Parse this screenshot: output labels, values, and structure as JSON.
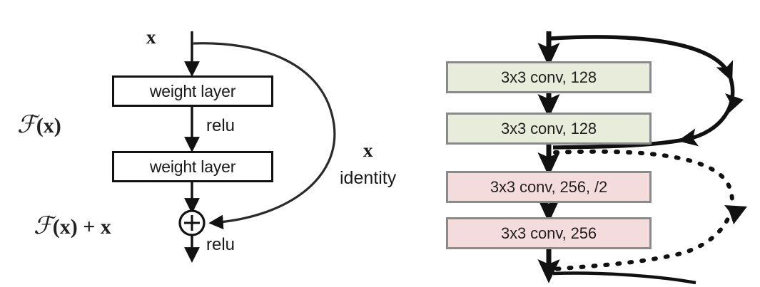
{
  "figure": {
    "title": "residual-learning-diagram",
    "background": "#ffffff"
  },
  "left_panel": {
    "name": "generic-residual-block",
    "input_label": "x",
    "function_label": "F(x)",
    "output_label": "F(x) + x",
    "shortcut_var_label": "x",
    "shortcut_name_label": "identity",
    "blocks": [
      {
        "label": "weight layer"
      },
      {
        "label": "weight layer"
      }
    ],
    "activations": [
      {
        "label": "relu"
      },
      {
        "label": "relu"
      }
    ],
    "adder_symbol": "+",
    "box_border_color": "#111111",
    "box_fill_color": "#ffffff"
  },
  "right_panel": {
    "name": "resnet-conv-stack",
    "blocks": [
      {
        "label": "3x3 conv, 128",
        "fill": "#e7edda",
        "border": "#8a8a8a",
        "group": "stage-128"
      },
      {
        "label": "3x3 conv, 128",
        "fill": "#e7edda",
        "border": "#8a8a8a",
        "group": "stage-128"
      },
      {
        "label": "3x3 conv, 256, /2",
        "fill": "#f5dcdc",
        "border": "#8a8a8a",
        "group": "stage-256"
      },
      {
        "label": "3x3 conv, 256",
        "fill": "#f5dcdc",
        "border": "#8a8a8a",
        "group": "stage-256"
      }
    ],
    "shortcuts": [
      {
        "style": "solid",
        "name": "identity-shortcut-128"
      },
      {
        "style": "dotted",
        "name": "projection-shortcut-256"
      }
    ]
  },
  "colors": {
    "ink": "#111111",
    "green_block": "#e7edda",
    "pink_block": "#f5dcdc",
    "block_outline": "#8a8a8a",
    "background": "#ffffff"
  }
}
